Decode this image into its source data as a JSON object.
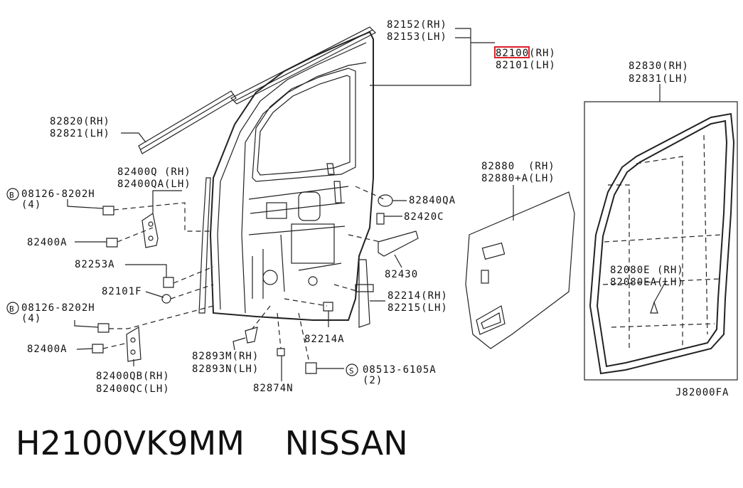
{
  "labels": {
    "door_shell_seal_rh": "82152(RH)",
    "door_shell_seal_lh": "82153(LH)",
    "door_panel_rh": "82100(RH)",
    "door_panel_lh": "82101(LH)",
    "molding_rh": "82820(RH)",
    "molding_lh": "82821(LH)",
    "hinge_upper_rh": "82400Q (RH)",
    "hinge_upper_lh": "82400QA(LH)",
    "bolt_upper": "08126-8202H",
    "bolt_upper_qty": "(4)",
    "bolt_upper_marker": "B",
    "hinge_bolt_upper": "82400A",
    "part_82253a": "82253A",
    "part_82101f": "82101F",
    "bolt_lower": "08126-8202H",
    "bolt_lower_qty": "(4)",
    "bolt_lower_marker": "B",
    "hinge_bolt_lower": "82400A",
    "hinge_lower_rh": "82400QB(RH)",
    "hinge_lower_lh": "82400QC(LH)",
    "plug": "82840QA",
    "part_82420c": "82420C",
    "part_82430": "82430",
    "check_rh": "82214(RH)",
    "check_lh": "82215(LH)",
    "part_82214a": "82214A",
    "bracket_rh": "82893M(RH)",
    "bracket_lh": "82893N(LH)",
    "clip": "82874N",
    "screw": "08513-6105A",
    "screw_qty": "(2)",
    "screw_marker": "S",
    "sealing_screen_rh": "82880  (RH)",
    "sealing_screen_lh": "82880+A(LH)",
    "weatherstrip_rh": "82830(RH)",
    "weatherstrip_lh": "82831(LH)",
    "clip_weather_rh": "82080E (RH)",
    "clip_weather_lh": "82080EA(LH)",
    "figure_code": "J82000FA"
  },
  "caption": {
    "part_number": "H2100VK9MM",
    "brand": "NISSAN"
  },
  "highlight_color": "#e0202a"
}
